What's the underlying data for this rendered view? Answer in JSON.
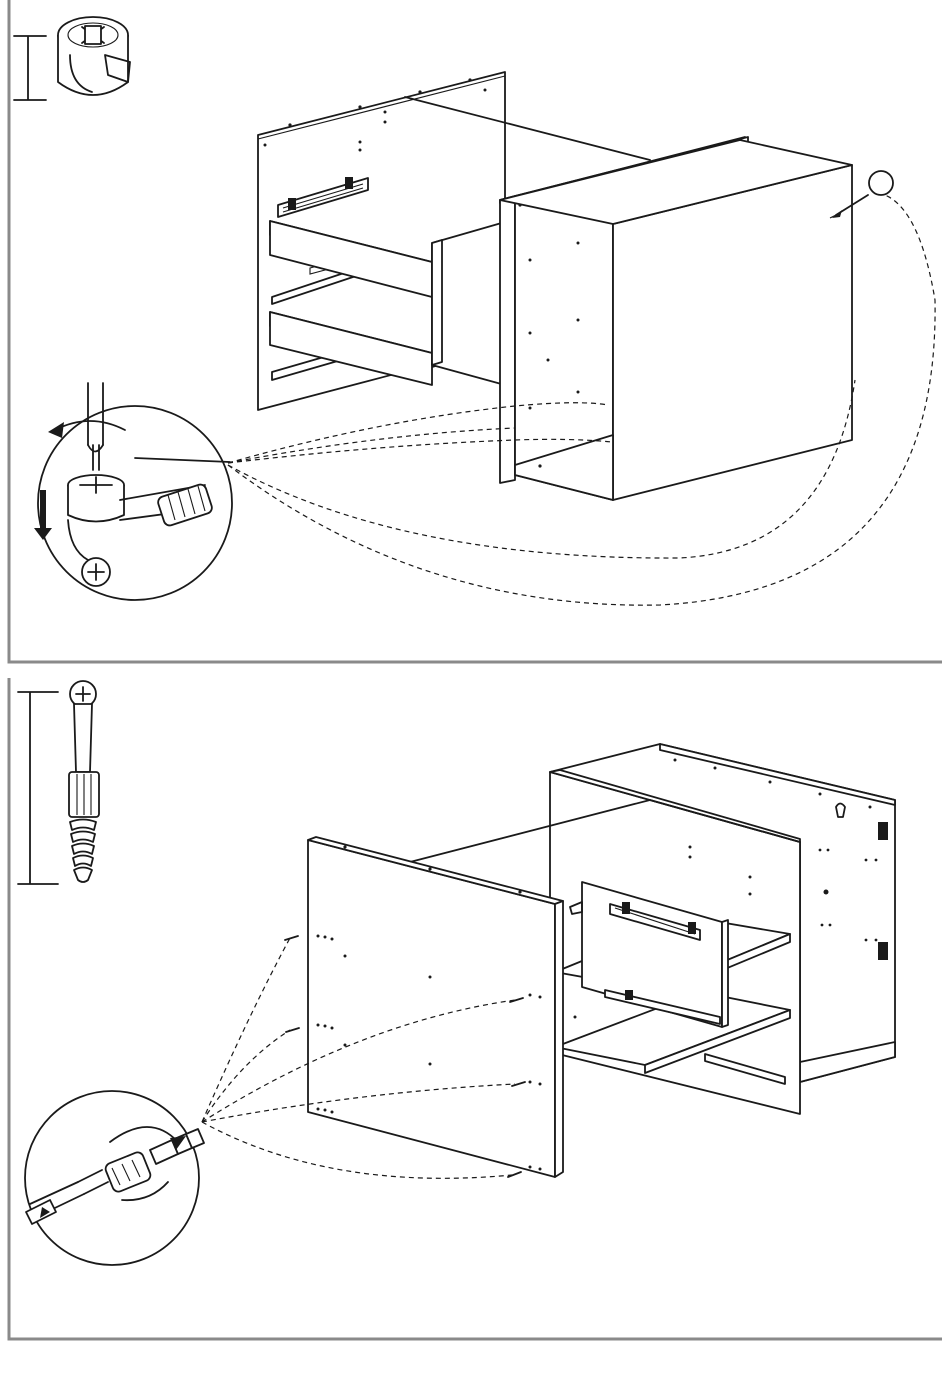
{
  "document": {
    "type": "assembly-instructions",
    "steps": [
      {
        "id": "step-cam-lock",
        "hardware_icon": "cam-lock-nut-icon",
        "detail_icon": "screwdriver-tighten-cam-icon",
        "callout_label": ""
      },
      {
        "id": "step-cam-bolt",
        "hardware_icon": "cam-bolt-dowel-icon",
        "detail_icon": "screwdriver-insert-bolt-icon"
      }
    ]
  }
}
